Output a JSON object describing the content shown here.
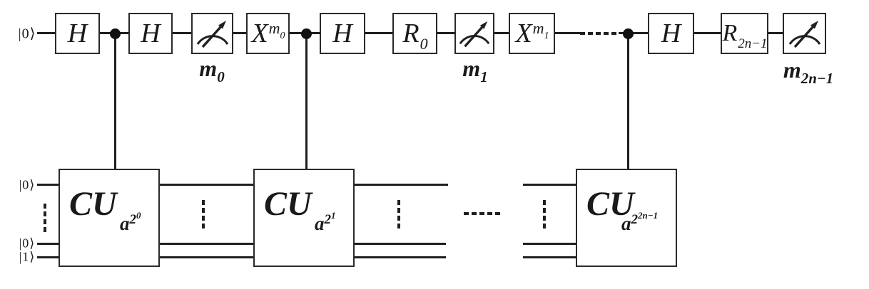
{
  "colors": {
    "ink": "#1f1f1f",
    "background": "#ffffff"
  },
  "kets": {
    "control": "|0⟩",
    "work_top": "|0⟩",
    "work_mid": "|0⟩",
    "work_bot": "|1⟩"
  },
  "gates": {
    "hadamard": "H",
    "x_m0": {
      "base": "X",
      "sup_base": "m",
      "sup_sub": "0"
    },
    "x_m1": {
      "base": "X",
      "sup_base": "m",
      "sup_sub": "1"
    },
    "r_0": {
      "base": "R",
      "sub": "0"
    },
    "r_2n1": {
      "base": "R",
      "sub": "2n−1"
    },
    "cu_label": "CU",
    "cu_0": {
      "base": "a",
      "exp": "2",
      "exp_exp": "0"
    },
    "cu_1": {
      "base": "a",
      "exp": "2",
      "exp_exp": "1"
    },
    "cu_2n1": {
      "base": "a",
      "exp": "2",
      "exp_exp": "2n−1"
    }
  },
  "measurements": {
    "m0": {
      "base": "m",
      "sub": "0"
    },
    "m1": {
      "base": "m",
      "sub": "1"
    },
    "m2n1": {
      "base": "m",
      "sub": "2n−1"
    }
  }
}
